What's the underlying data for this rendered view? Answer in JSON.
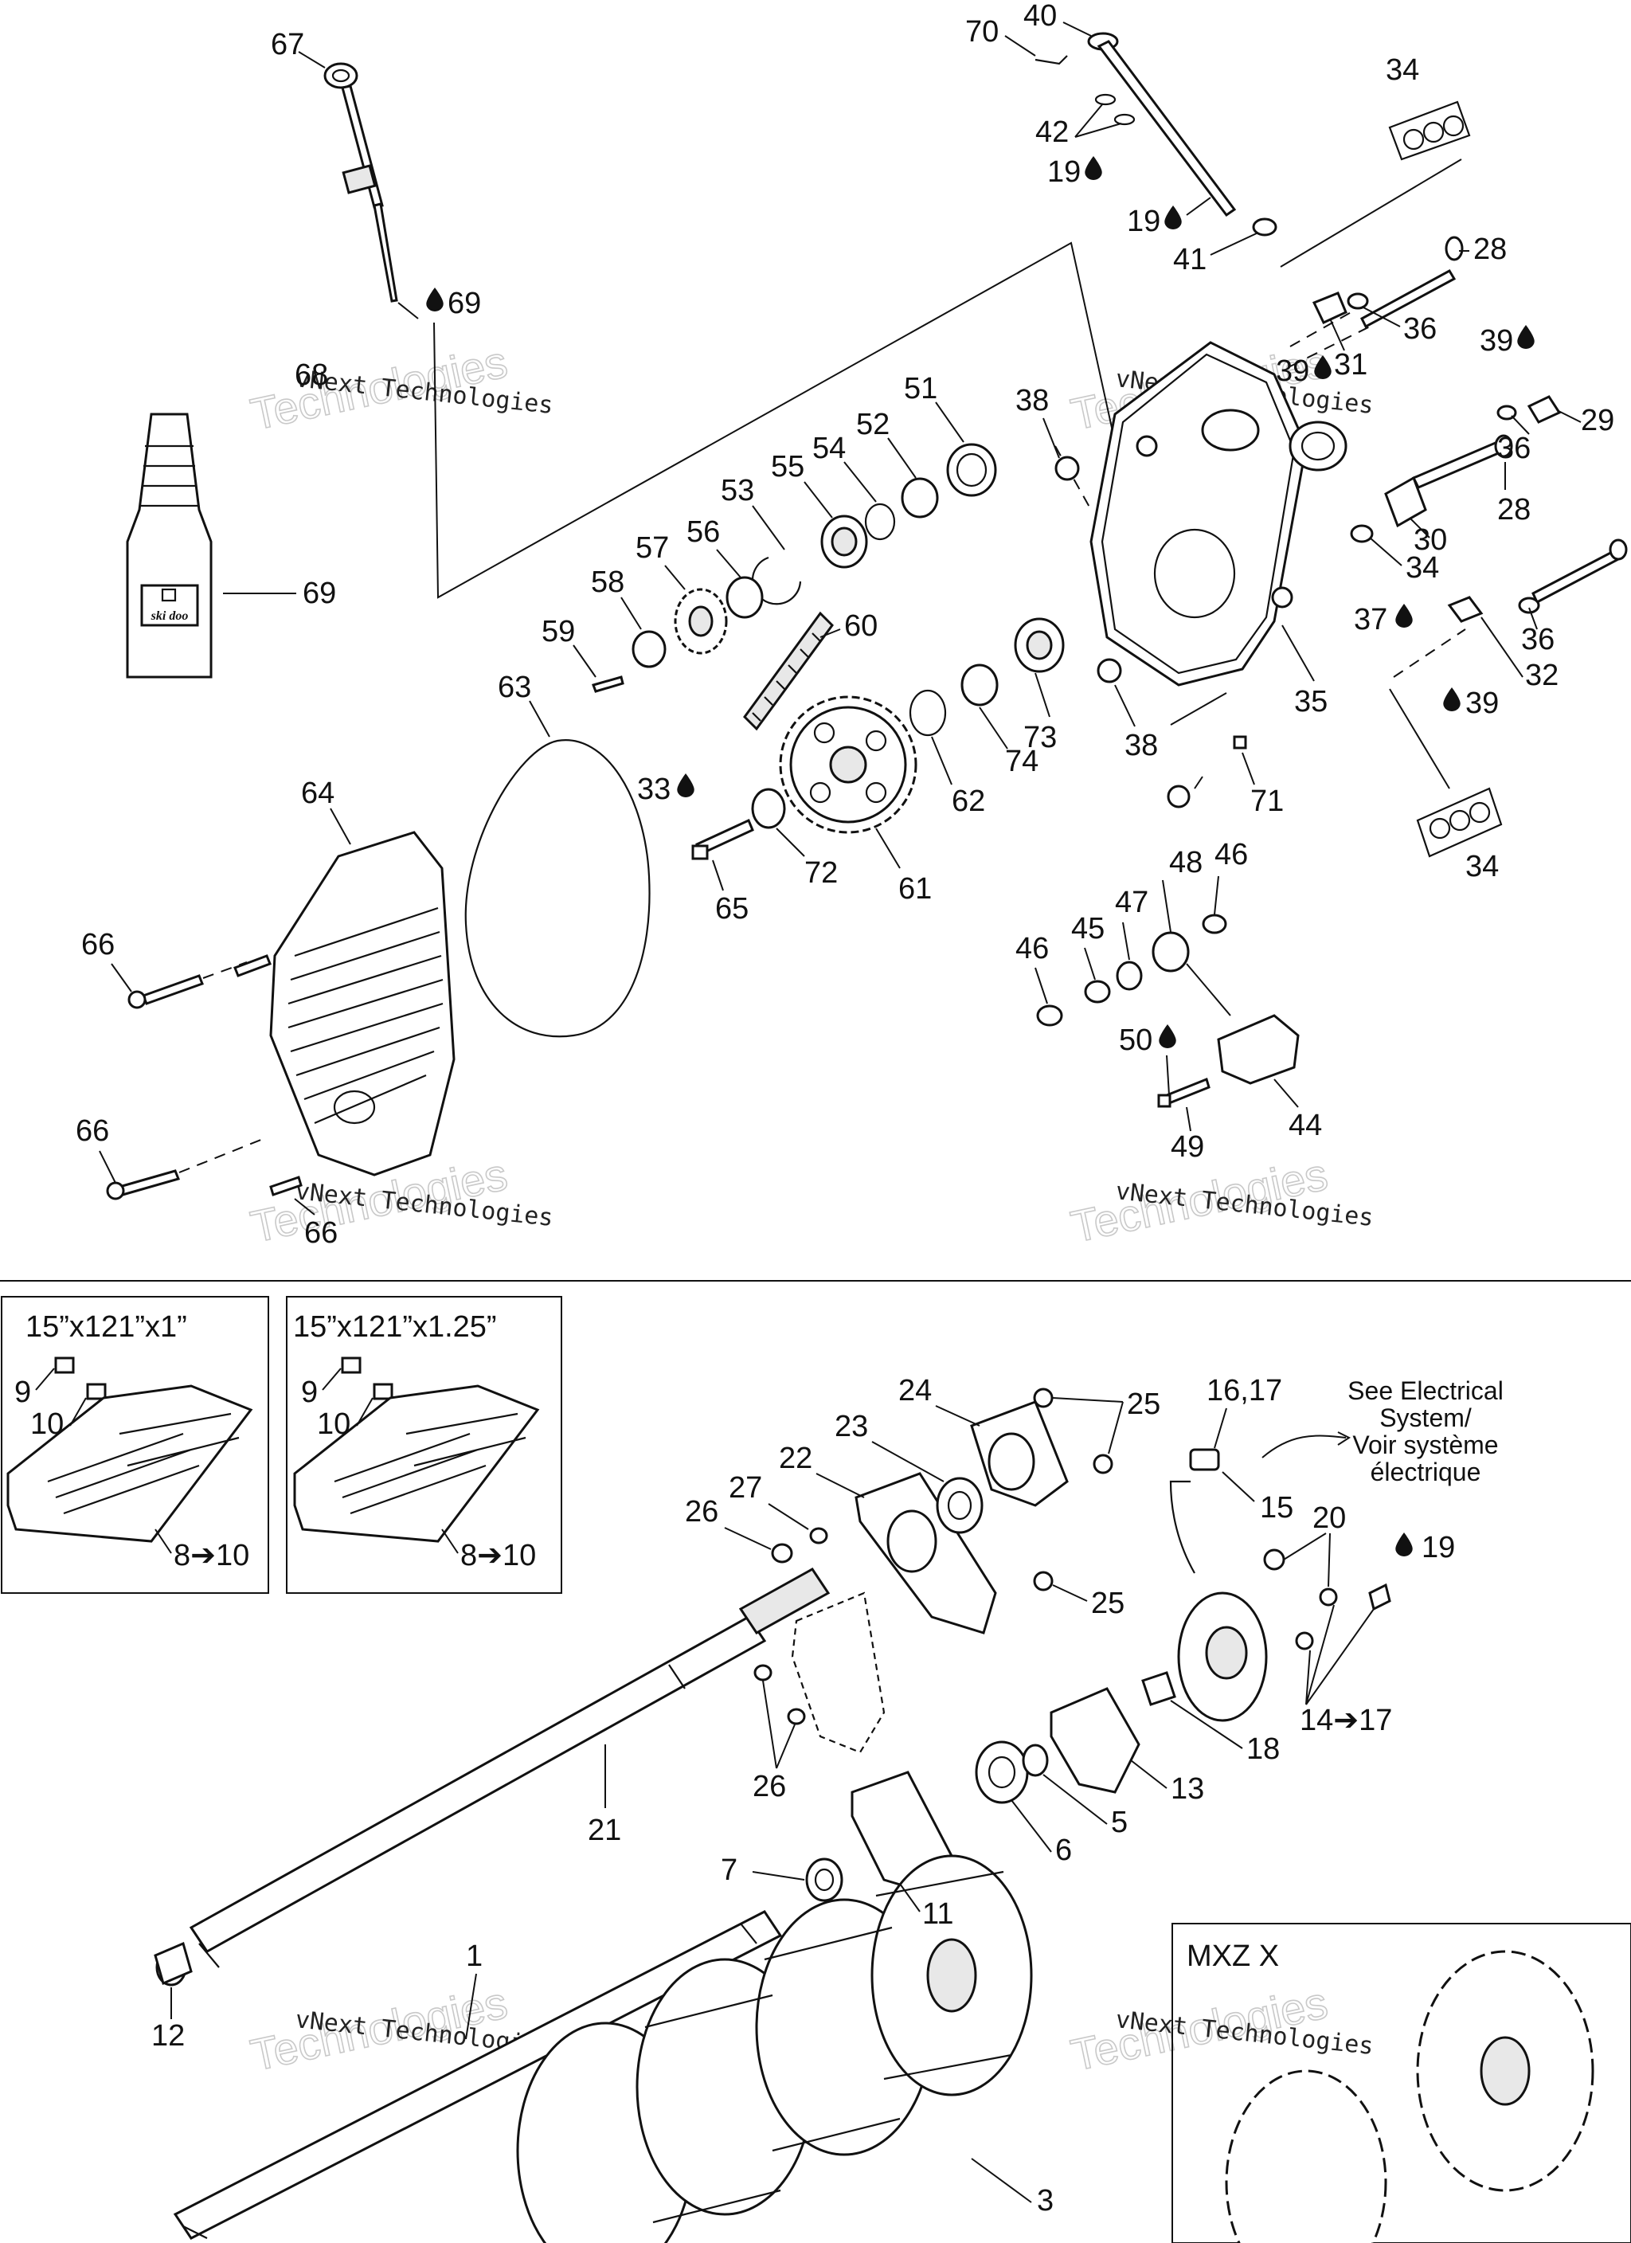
{
  "callouts": {
    "c1": "1",
    "c3": "3",
    "c5": "5",
    "c6": "6",
    "c7": "7",
    "c8a": "8➔10",
    "c8b": "8➔10",
    "c9a": "9",
    "c9b": "9",
    "c10a": "10",
    "c10b": "10",
    "c11": "11",
    "c12": "12",
    "c13": "13",
    "c14": "14➔17",
    "c15": "15",
    "c1617": "16,17",
    "c18": "18",
    "c19a": "19",
    "c19b": "19",
    "c19c": "19",
    "c20": "20",
    "c21": "21",
    "c22": "22",
    "c23": "23",
    "c24": "24",
    "c25a": "25",
    "c25b": "25",
    "c26a": "26",
    "c26b": "26",
    "c27": "27",
    "c28a": "28",
    "c28b": "28",
    "c29": "29",
    "c30": "30",
    "c31": "31",
    "c32": "32",
    "c33": "33",
    "c34a": "34",
    "c34b": "34",
    "c34c": "34",
    "c35": "35",
    "c36a": "36",
    "c36b": "36",
    "c36c": "36",
    "c37": "37",
    "c38a": "38",
    "c38b": "38",
    "c39a": "39",
    "c39b": "39",
    "c39c": "39",
    "c40": "40",
    "c41": "41",
    "c42": "42",
    "c44": "44",
    "c45": "45",
    "c46a": "46",
    "c46b": "46",
    "c47": "47",
    "c48": "48",
    "c49": "49",
    "c50": "50",
    "c51": "51",
    "c52": "52",
    "c53": "53",
    "c54": "54",
    "c55": "55",
    "c56": "56",
    "c57": "57",
    "c58": "58",
    "c59": "59",
    "c60": "60",
    "c61": "61",
    "c62": "62",
    "c63": "63",
    "c64": "64",
    "c65": "65",
    "c66a": "66",
    "c66b": "66",
    "c66c": "66",
    "c67": "67",
    "c68": "68",
    "c69a": "69",
    "c69b": "69",
    "c70": "70",
    "c71": "71",
    "c72": "72",
    "c73": "73",
    "c74": "74"
  },
  "boxes": {
    "track_a": "15”x121”x1”",
    "track_b": "15”x121”x1.25”",
    "variant": "MXZ X"
  },
  "note_electrical": {
    "line1": "See Electrical",
    "line2": "System/",
    "line3": "Voir système",
    "line4": "électrique"
  },
  "bottle_label": "ski doo",
  "watermark": {
    "line1": "vNext Technologies",
    "line2": "Technologies"
  },
  "colors": {
    "ink": "#111111",
    "watermark": "#c9c9c9",
    "background": "#ffffff"
  },
  "icons": {
    "lubricant": "oil-drop-icon",
    "range": "arrow-right-icon"
  }
}
